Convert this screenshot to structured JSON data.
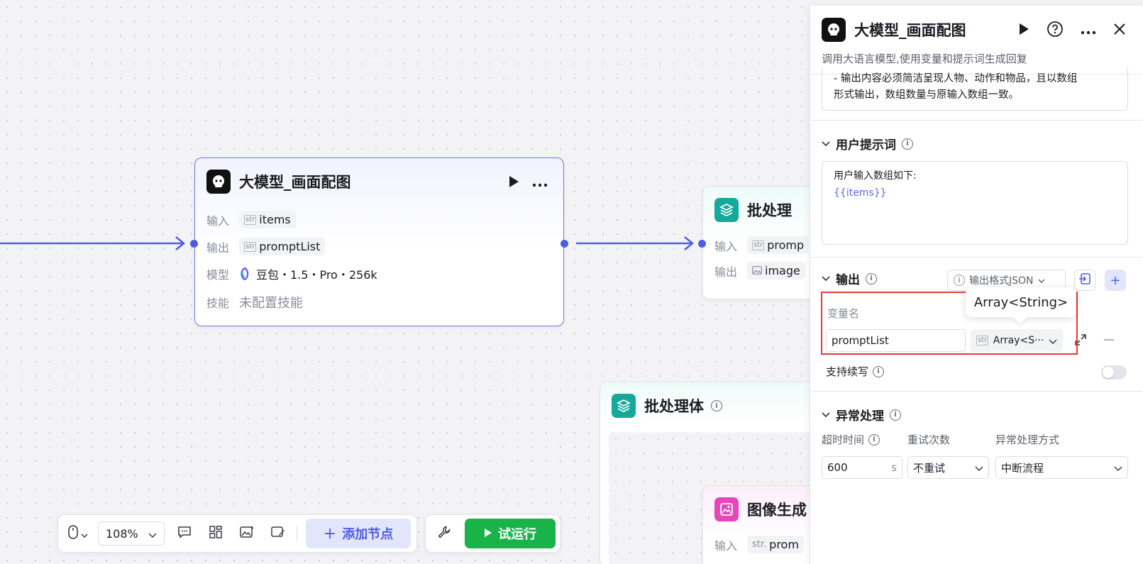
{
  "llm_node": {
    "title": "大模型_画面配图",
    "input_label": "输入",
    "input_type": "str",
    "input_value": "items",
    "output_label": "输出",
    "output_type": "str",
    "output_value": "promptList",
    "model_label": "模型",
    "model_value": "豆包・1.5・Pro・256k",
    "skill_label": "技能",
    "skill_value": "未配置技能"
  },
  "batch_node": {
    "title": "批处理",
    "input_label": "输入",
    "input_type": "str",
    "input_value": "promp",
    "output_label": "输出",
    "output_value": "image"
  },
  "batch_body_node": {
    "title": "批处理体"
  },
  "image_gen_node": {
    "title": "图像生成",
    "input_label": "输入",
    "input_type": "str.",
    "input_value": "prom"
  },
  "toolbar": {
    "zoom": "108%",
    "add_node": "添加节点",
    "run": "试运行"
  },
  "panel": {
    "title": "大模型_画面配图",
    "description": "调用大语言模型,使用变量和提示词生成回复",
    "system_prompt_tail_1": "- 输出内容必须简洁呈现人物、动作和物品，且以数组",
    "system_prompt_tail_2": "形式输出，数组数量与原输入数组一致。",
    "user_prompt_title": "用户提示词",
    "user_prompt_line1": "用户输入数组如下:",
    "user_prompt_var": "{{items}}",
    "output_title": "输出",
    "output_format": "输出格式JSON",
    "var_name_label": "变量名",
    "var_name_value": "promptList",
    "var_type_tag": "str",
    "var_type_value": "Array<S···",
    "tooltip": "Array<String>",
    "streaming_label": "支持续写",
    "error_title": "异常处理",
    "timeout_label": "超时时间",
    "timeout_value": "600",
    "timeout_unit": "s",
    "retry_label": "重试次数",
    "retry_value": "不重试",
    "handling_label": "异常处理方式",
    "handling_value": "中断流程"
  },
  "colors": {
    "accent": "#4e5de0",
    "run_green": "#19b34a",
    "highlight_red": "#e53935",
    "batch_teal": "#14a99a",
    "image_pink": "#e845b9"
  }
}
